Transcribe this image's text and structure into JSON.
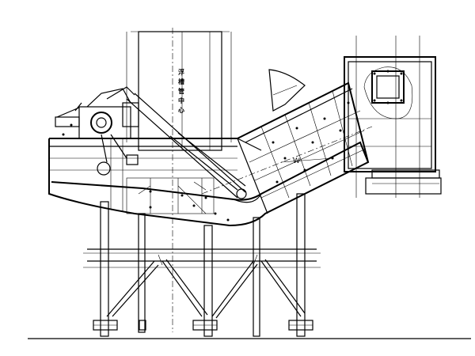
{
  "drawing": {
    "vertical_label_chars": [
      "浮",
      "槽",
      "管",
      "中",
      "心"
    ],
    "level_mark": "W"
  }
}
